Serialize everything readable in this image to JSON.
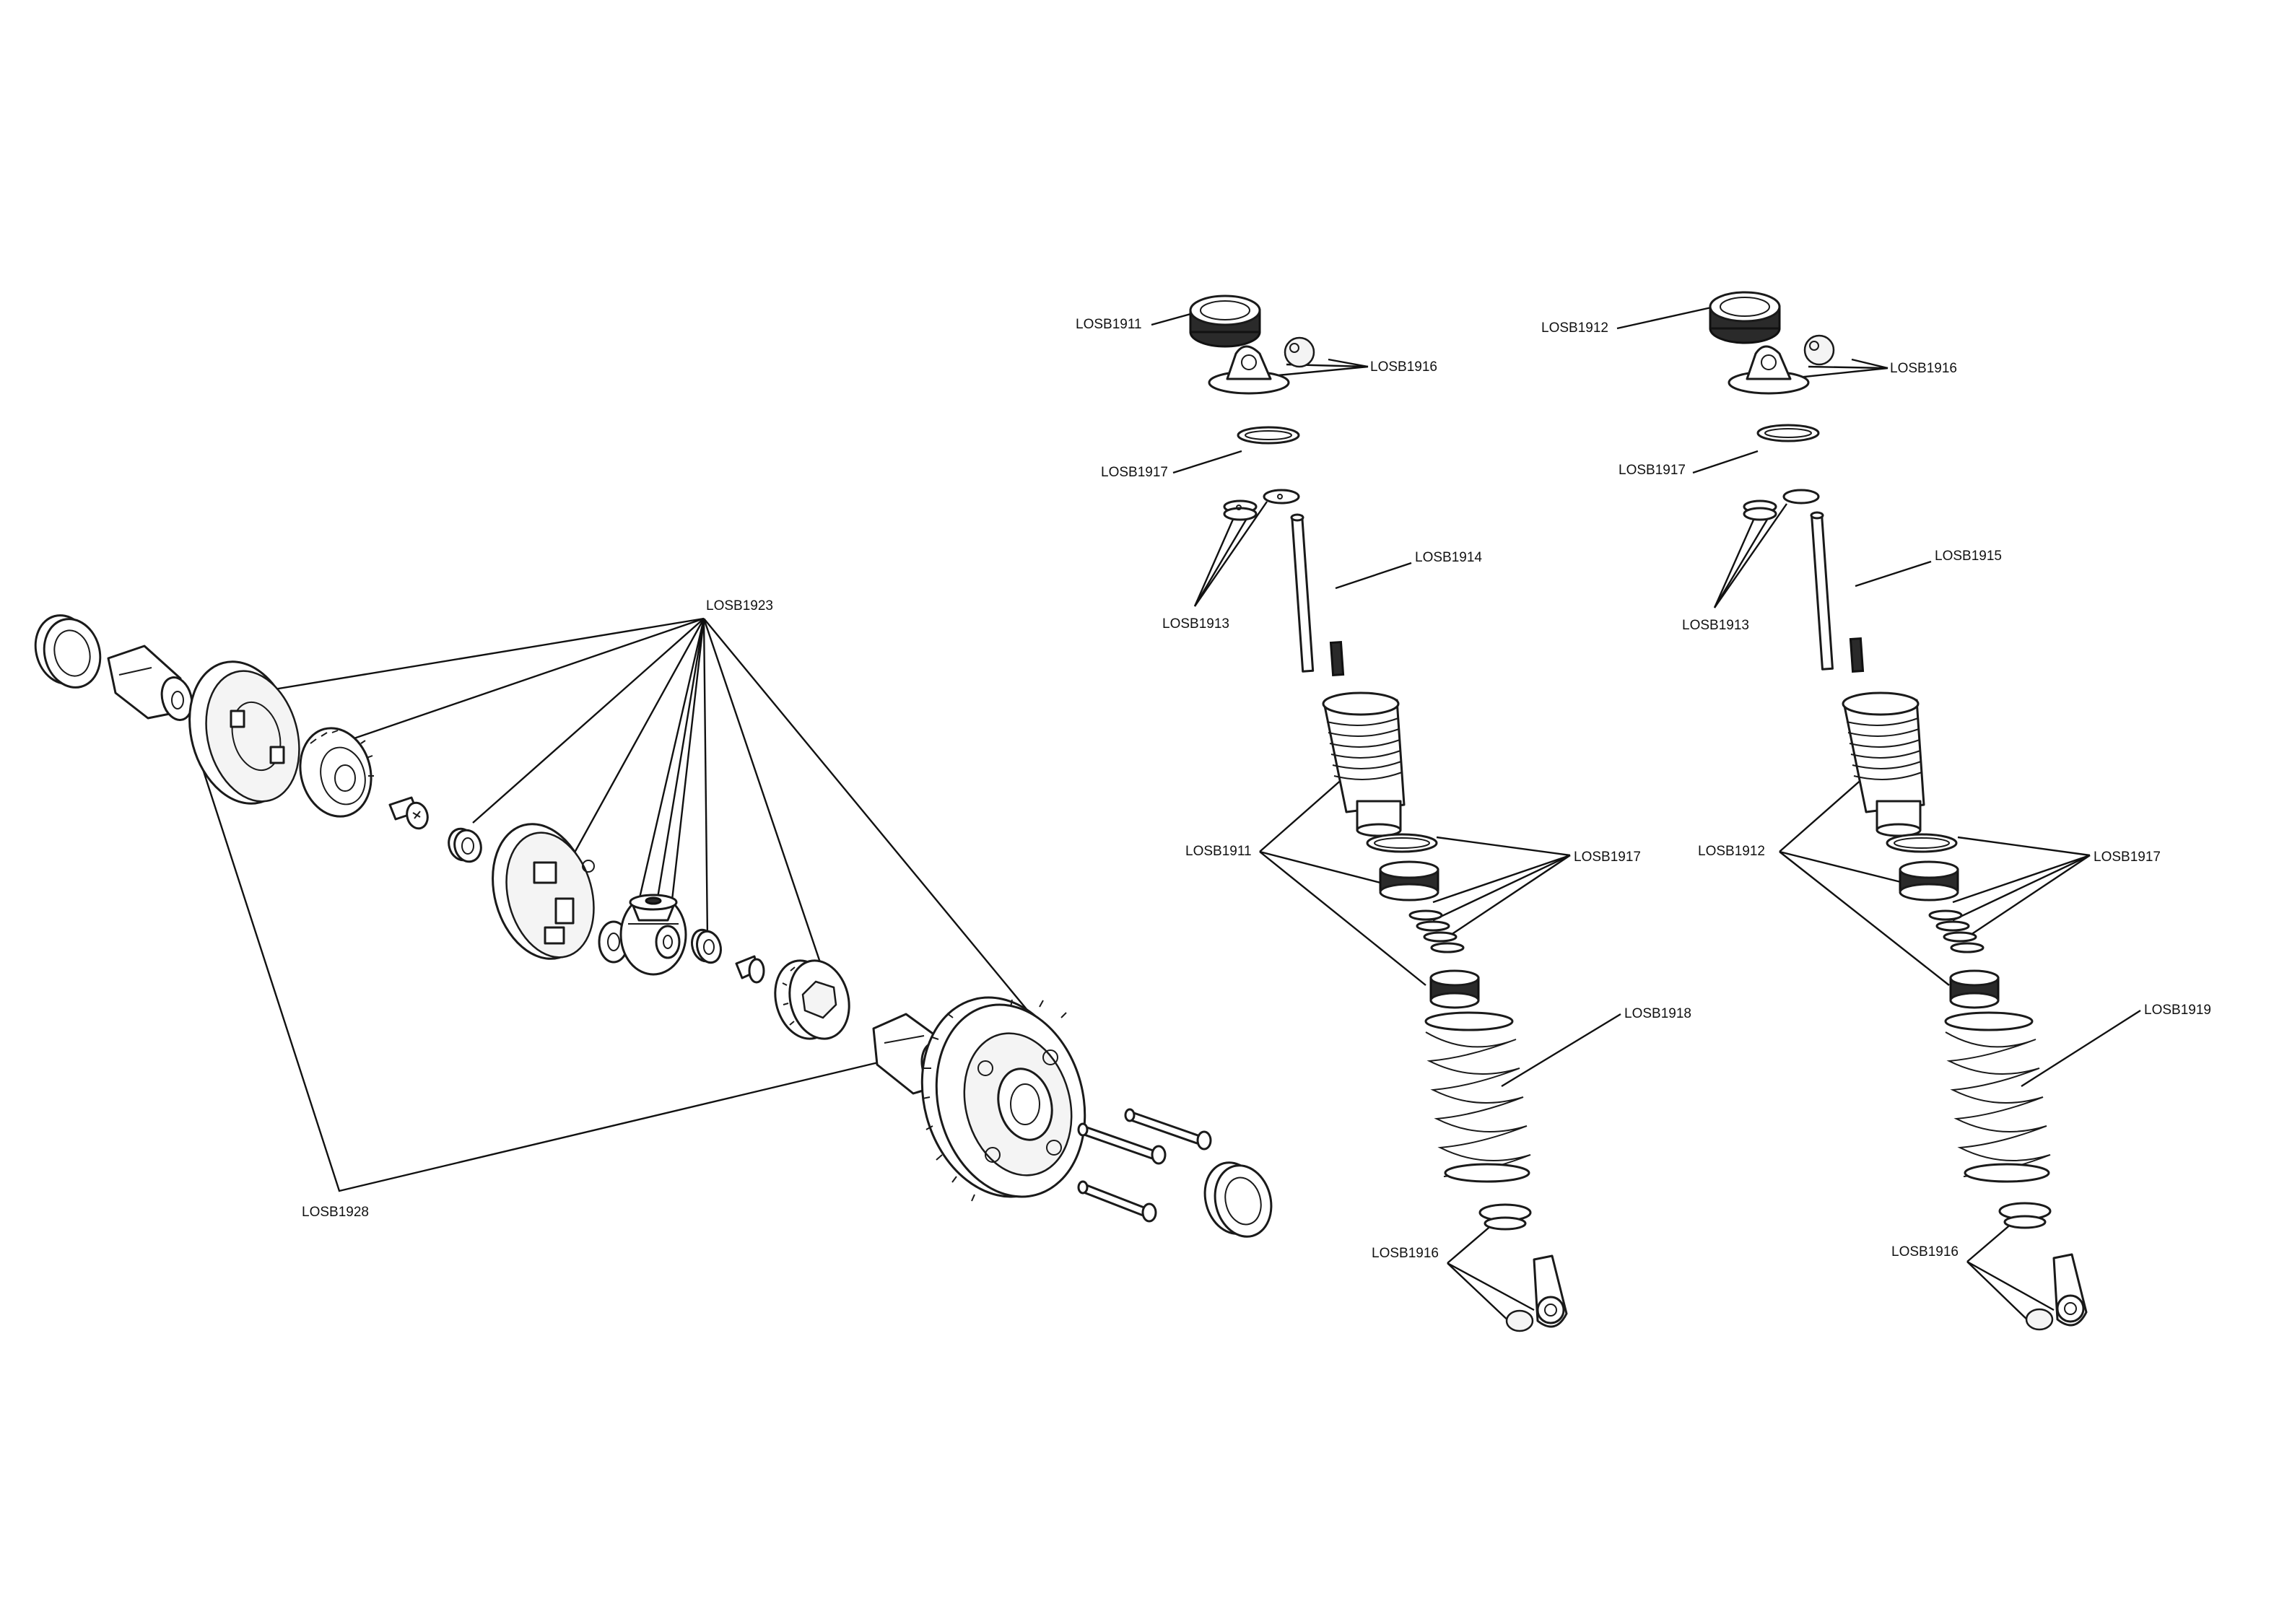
{
  "diagram": {
    "labels": {
      "diff_housing_kit": "LOSB1923",
      "diff_outdrive": "LOSB1928",
      "front_cap_cylinder_a": "LOSB1911",
      "front_cap_cylinder_b": "LOSB1911",
      "rear_cap_cylinder_a": "LOSB1912",
      "rear_cap_cylinder_b": "LOSB1912",
      "shock_ends_front_top": "LOSB1916",
      "shock_ends_rear_top": "LOSB1916",
      "shock_ends_front_bottom": "LOSB1916",
      "shock_ends_rear_bottom": "LOSB1916",
      "orings_front_top": "LOSB1917",
      "orings_rear_top": "LOSB1917",
      "orings_front_mid": "LOSB1917",
      "orings_rear_mid": "LOSB1917",
      "pistons_front": "LOSB1913",
      "pistons_rear": "LOSB1913",
      "shaft_front": "LOSB1914",
      "shaft_rear": "LOSB1915",
      "spring_front": "LOSB1918",
      "spring_rear": "LOSB1919"
    }
  }
}
